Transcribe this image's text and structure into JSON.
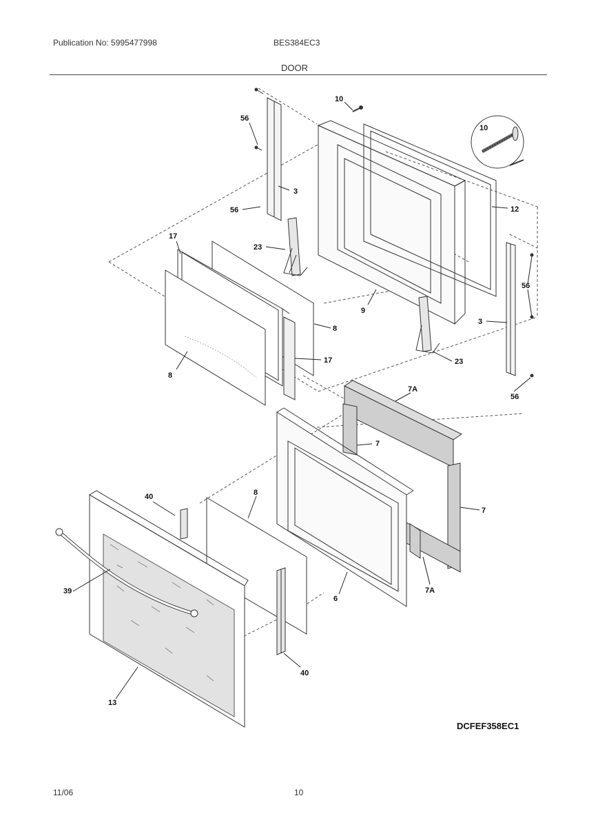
{
  "header": {
    "publication": "Publication No: 5995477998",
    "model": "BES384EC3",
    "section": "DOOR"
  },
  "diagram_code": "DCFEF358EC1",
  "footer": {
    "date": "11/06",
    "page": "10"
  },
  "callouts": {
    "c10_top": "10",
    "c10_inset": "10",
    "c56_a": "56",
    "c3_a": "3",
    "c56_b": "56",
    "c12": "12",
    "c17_a": "17",
    "c23_a": "23",
    "c56_c": "56",
    "c9": "9",
    "c3_b": "3",
    "c8_a": "8",
    "c17_b": "17",
    "c23_b": "23",
    "c8_b": "8",
    "c56_d": "56",
    "c7A_a": "7A",
    "c7_a": "7",
    "c40_a": "40",
    "c8_c": "8",
    "c7_b": "7",
    "c39": "39",
    "c6": "6",
    "c7A_b": "7A",
    "c40_b": "40",
    "c13": "13"
  }
}
